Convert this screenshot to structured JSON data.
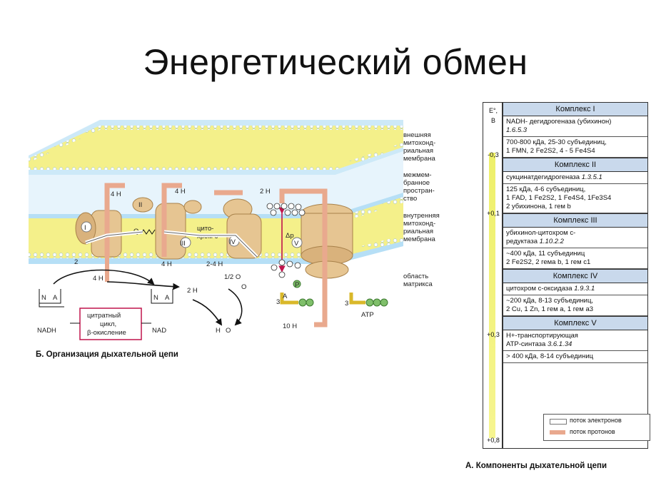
{
  "title": "Энергетический обмен",
  "caption_b": "Б. Организация дыхательной цепи",
  "caption_a": "А. Компоненты дыхательной цепи",
  "membrane_labels": {
    "outer": [
      "внешняя",
      "митохонд-",
      "риальная",
      "мембрана"
    ],
    "intermembrane": [
      "межмем-",
      "бранное",
      "простран-",
      "ство"
    ],
    "inner": [
      "внутренняя",
      "митохонд-",
      "риальная",
      "мембрана"
    ],
    "matrix": [
      "область",
      "матрикса"
    ]
  },
  "diagram_labels": {
    "h4_a": "4 H",
    "h4_b": "4 H",
    "h2_top": "2 H",
    "complex_I": "I",
    "complex_II": "II",
    "complex_III": "III",
    "complex_IV": "IV",
    "complex_V": "V",
    "q": "Q",
    "cyto_c": [
      "цито-",
      "хром c"
    ],
    "dp": "Δp",
    "two_e": "2",
    "h4_matrix_a": "4 H",
    "h4_matrix_b": "4 H",
    "h24": "2-4 H",
    "half_o2": "1/2 O",
    "o2minus": "O",
    "h2_left": "2 H",
    "h2o": "H",
    "h2o_tail": "O",
    "nadh": "NADH",
    "nad": "NAD",
    "citrate": [
      "цитратный",
      "цикл,",
      "β-окисление"
    ],
    "h10": "10 H",
    "n3a": "3",
    "n3b": "3",
    "p_glyph": "P",
    "atp": "ATP",
    "adp_a": "A"
  },
  "table": {
    "e_header": [
      "E°,",
      "В"
    ],
    "e_values": [
      "-0,3",
      "+0,1",
      "+0,3",
      "+0,8"
    ],
    "complexes": [
      {
        "name": "Комплекс I",
        "rows": [
          {
            "text": "NADH- дегидрогеназа (убихинон)",
            "ec": "1.6.5.3"
          },
          {
            "text": "700-800 кДа, 25-30 субъединиц,",
            "text2": "1 FMN, 2 Fe2S2, 4 - 5 Fe4S4"
          }
        ]
      },
      {
        "name": "Комплекс II",
        "rows": [
          {
            "text": "сукцинатдегидрогеназа",
            "ec": "1.3.5.1"
          },
          {
            "text": "125 кДа, 4-6 субъединиц,",
            "text2": "1 FAD, 1 Fe2S2, 1 Fe4S4, 1Fe3S4",
            "text3": "2 убихинона, 1 гем b"
          }
        ]
      },
      {
        "name": "Комплекс III",
        "rows": [
          {
            "text": "убихинол-цитохром с-",
            "text2": "редуктаза",
            "ec": "1.10.2.2"
          },
          {
            "text": "~400 кДа, 11 субъединиц",
            "text2": "2 Fe2S2, 2 гема b, 1 гем c1"
          }
        ]
      },
      {
        "name": "Комплекс IV",
        "rows": [
          {
            "text": "цитохром с-оксидаза",
            "ec": "1.9.3.1"
          },
          {
            "text": "~200 кДа, 8-13 субъединиц,",
            "text2": "2 Cu, 1 Zn, 1 гем a, 1 гем a3"
          }
        ]
      },
      {
        "name": "Комплекс V",
        "rows": [
          {
            "text": "H+-транспортирующая",
            "text2": "ATP-синтаза",
            "ec": "3.6.1.34"
          },
          {
            "text": "> 400 кДа, 8-14 субъединиц"
          }
        ]
      }
    ],
    "legend": [
      "поток электронов",
      "поток протонов"
    ]
  },
  "colors": {
    "membrane_blue": "#9fd4f2",
    "membrane_yellow": "#f4f08a",
    "protein": "#e6c592",
    "protein_dark": "#c99c5e",
    "proton_arrow": "#e9a98e",
    "complex_header": "#c9d9ec"
  }
}
